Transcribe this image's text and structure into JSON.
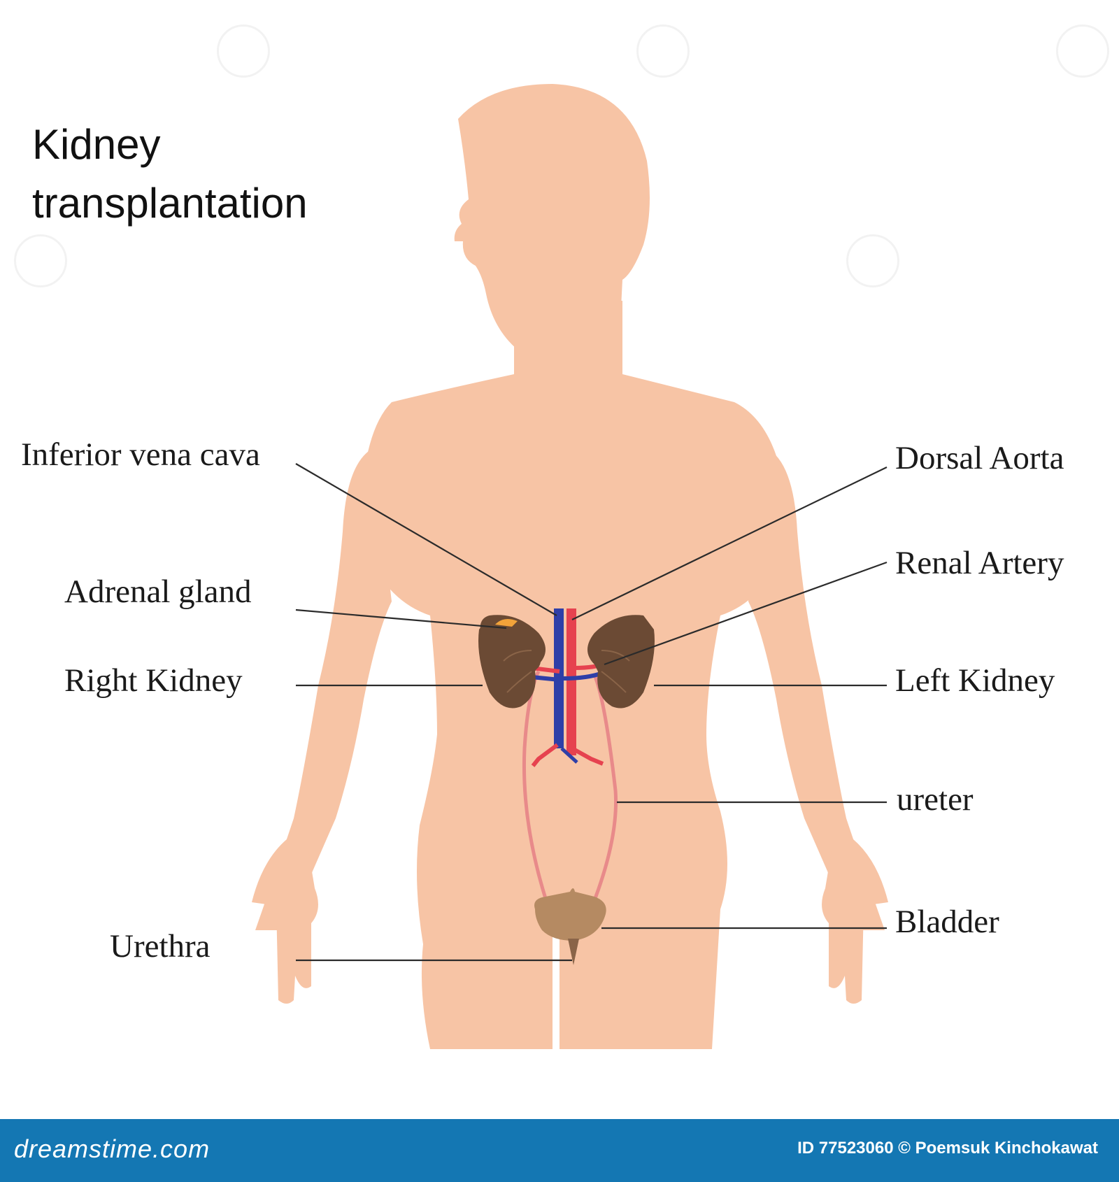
{
  "diagram": {
    "title_line1": "Kidney",
    "title_line2": "transplantation",
    "labels": {
      "inferior_vena_cava": "Inferior vena cava",
      "dorsal_aorta": "Dorsal Aorta",
      "renal_artery": "Renal Artery",
      "adrenal_gland": "Adrenal gland",
      "right_kidney": "Right Kidney",
      "left_kidney": "Left Kidney",
      "ureter": "ureter",
      "bladder": "Bladder",
      "urethra": "Urethra"
    },
    "colors": {
      "skin": "#f7c4a5",
      "kidney": "#6b4a34",
      "bladder": "#b58a62",
      "vein": "#2e3fa8",
      "artery": "#e6424f",
      "adrenal": "#f2a33a",
      "footer": "#1477b3"
    }
  },
  "footer": {
    "brand": "dreamstime.com",
    "credit": "ID 77523060 © Poemsuk Kinchokawat"
  }
}
